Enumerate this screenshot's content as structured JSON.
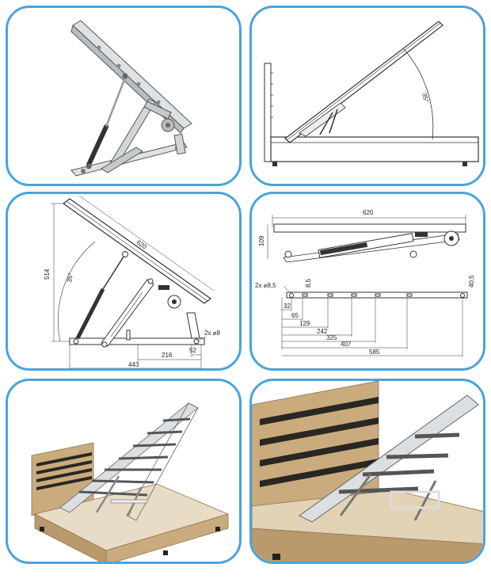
{
  "panel_2": {
    "angle_label": "35°"
  },
  "panel_3": {
    "length_label": "620",
    "height_label": "514",
    "angle_label": "35°",
    "hole_label": "2x ⌀8",
    "dim_52": "52",
    "dim_216": "216",
    "dim_443": "443"
  },
  "panel_4": {
    "width_label": "620",
    "height_label": "109",
    "hole_label": "2x ⌀8,5",
    "dim_8_5": "8,5",
    "dim_40_5": "40,5",
    "dim_32": "32",
    "dim_65": "65",
    "dim_129": "129",
    "dim_242": "242",
    "dim_325": "325",
    "dim_407": "407",
    "dim_585": "585"
  },
  "colors": {
    "frame_border": "#4aa3dc",
    "wood": "#c9ab7d",
    "wood_dark": "#8c7350",
    "metal": "#cfd3d6",
    "headboard_stripe": "#2a2622"
  }
}
